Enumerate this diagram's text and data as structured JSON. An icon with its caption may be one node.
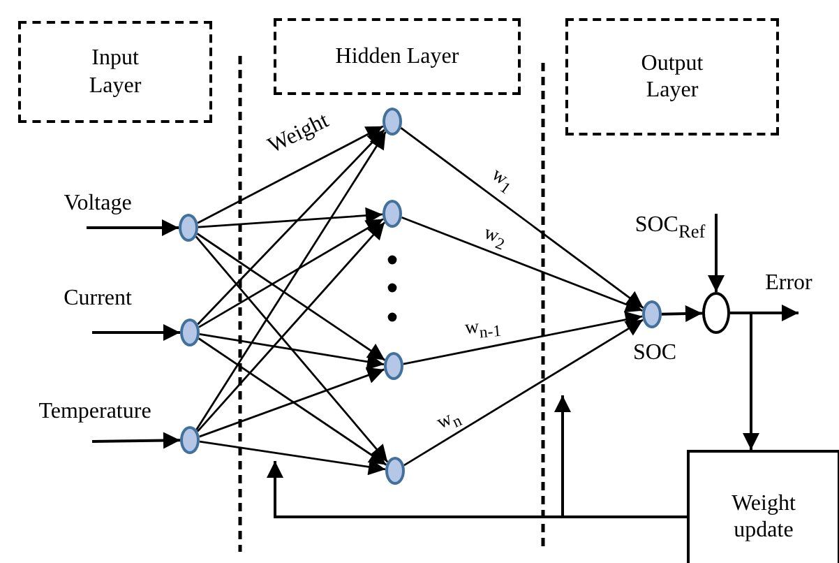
{
  "diagram": {
    "nodes": [
      {
        "text": [
          "Input Layer"
        ]
      },
      {
        "text": [
          "Hidden Layer"
        ]
      },
      {
        "text": [
          "Output Layer"
        ]
      },
      {
        "text": [],
        "shape": "circle"
      },
      {
        "text": [],
        "shape": "circle"
      },
      {
        "text": [],
        "shape": "circle"
      },
      {
        "text": [],
        "shape": "circle"
      },
      {
        "text": [],
        "shape": "circle"
      },
      {
        "text": [],
        "shape": "circle"
      },
      {
        "text": [],
        "shape": "circle"
      },
      {
        "text": [],
        "shape": "circle",
        "beside": [
          "SOC"
        ]
      },
      {
        "text": [],
        "shape": "circle"
      },
      {
        "text": [
          "Weight update"
        ]
      }
    ],
    "edges": [
      {
        "from": 3,
        "to": 6,
        "arrow": "to",
        "label": "Weight"
      },
      {
        "from": 3,
        "to": 7,
        "arrow": "to"
      },
      {
        "from": 3,
        "to": 8,
        "arrow": "to"
      },
      {
        "from": 3,
        "to": 9,
        "arrow": "to"
      },
      {
        "from": 4,
        "to": 6,
        "arrow": "to"
      },
      {
        "from": 4,
        "to": 7,
        "arrow": "to"
      },
      {
        "from": 4,
        "to": 8,
        "arrow": "to"
      },
      {
        "from": 4,
        "to": 9,
        "arrow": "to"
      },
      {
        "from": 5,
        "to": 6,
        "arrow": "to"
      },
      {
        "from": 5,
        "to": 7,
        "arrow": "to"
      },
      {
        "from": 5,
        "to": 8,
        "arrow": "to"
      },
      {
        "from": 5,
        "to": 9,
        "arrow": "to"
      },
      {
        "from": 6,
        "to": 10,
        "arrow": "to",
        "label": "w$_{1}$"
      },
      {
        "from": 7,
        "to": 10,
        "arrow": "to",
        "label": "w$_{2}$"
      },
      {
        "from": 8,
        "to": 10,
        "arrow": "to",
        "label": "w$_{n-1}$"
      },
      {
        "from": 9,
        "to": 10,
        "arrow": "to",
        "label": "w$_{n}$"
      },
      {
        "from": 10,
        "to": 11,
        "arrow": "to"
      },
      {
        "from": null,
        "to": 3,
        "arrow": "to",
        "label": "Voltage"
      },
      {
        "from": null,
        "to": 4,
        "arrow": "to",
        "label": "Current"
      },
      {
        "from": null,
        "to": 5,
        "arrow": "to",
        "label": "Temperature"
      },
      {
        "from": null,
        "to": 11,
        "arrow": "to",
        "label": "SOC$_{Ref}$"
      },
      {
        "from": 11,
        "to": null,
        "arrow": "to",
        "label": "Error"
      },
      {
        "from": 11,
        "to": 12,
        "arrow": "to"
      },
      {
        "from": 12,
        "to": null,
        "arrow": "to"
      },
      {
        "from": 12,
        "to": null,
        "arrow": "to"
      }
    ]
  }
}
